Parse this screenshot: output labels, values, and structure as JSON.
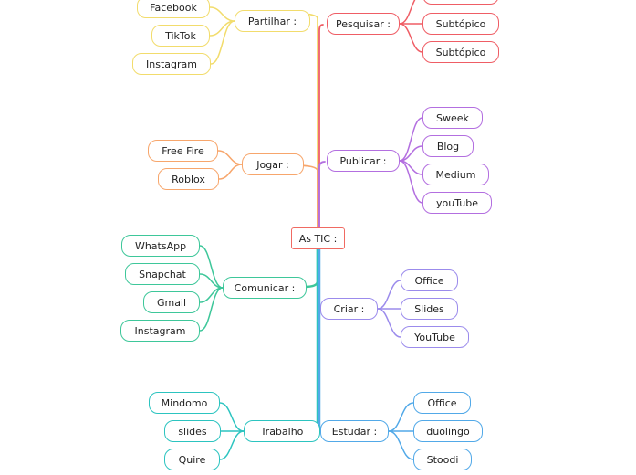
{
  "mindmap": {
    "root": {
      "id": "root",
      "label": "As TIC :",
      "color": "#f06a62"
    },
    "branches": [
      {
        "id": "partilhar",
        "label": "Partilhar :",
        "side": "left",
        "color": "#f2dc6c",
        "children": [
          {
            "id": "p1",
            "label": "Facebook"
          },
          {
            "id": "p2",
            "label": "TikTok"
          },
          {
            "id": "p3",
            "label": "Instagram"
          }
        ]
      },
      {
        "id": "jogar",
        "label": "Jogar :",
        "side": "left",
        "color": "#f7a66c",
        "children": [
          {
            "id": "j1",
            "label": "Free Fire"
          },
          {
            "id": "j2",
            "label": "Roblox"
          }
        ]
      },
      {
        "id": "comunicar",
        "label": "Comunicar :",
        "side": "left",
        "color": "#3ec79a",
        "children": [
          {
            "id": "c1",
            "label": "WhatsApp"
          },
          {
            "id": "c2",
            "label": "Snapchat"
          },
          {
            "id": "c3",
            "label": "Gmail"
          },
          {
            "id": "c4",
            "label": "Instagram"
          }
        ]
      },
      {
        "id": "trabalho",
        "label": "Trabalho",
        "side": "left",
        "color": "#2cc4c0",
        "children": [
          {
            "id": "t1",
            "label": "Mindomo"
          },
          {
            "id": "t2",
            "label": "slides"
          },
          {
            "id": "t3",
            "label": "Quire"
          }
        ]
      },
      {
        "id": "pesquisar",
        "label": "Pesquisar :",
        "side": "right",
        "color": "#ef5d65",
        "children": [
          {
            "id": "q1",
            "label": ""
          },
          {
            "id": "q2",
            "label": "Subtópico"
          },
          {
            "id": "q3",
            "label": "Subtópico"
          }
        ]
      },
      {
        "id": "publicar",
        "label": "Publicar :",
        "side": "right",
        "color": "#b36fe0",
        "children": [
          {
            "id": "u1",
            "label": "Sweek"
          },
          {
            "id": "u2",
            "label": "Blog"
          },
          {
            "id": "u3",
            "label": "Medium"
          },
          {
            "id": "u4",
            "label": "youTube"
          }
        ]
      },
      {
        "id": "criar",
        "label": "Criar :",
        "side": "right",
        "color": "#9b8bec",
        "children": [
          {
            "id": "r1",
            "label": "Office"
          },
          {
            "id": "r2",
            "label": "Slides"
          },
          {
            "id": "r3",
            "label": "YouTube"
          }
        ]
      },
      {
        "id": "estudar",
        "label": "Estudar :",
        "side": "right",
        "color": "#52a9e8",
        "children": [
          {
            "id": "e1",
            "label": "Office"
          },
          {
            "id": "e2",
            "label": "duolingo"
          },
          {
            "id": "e3",
            "label": "Stoodi"
          }
        ]
      }
    ]
  }
}
